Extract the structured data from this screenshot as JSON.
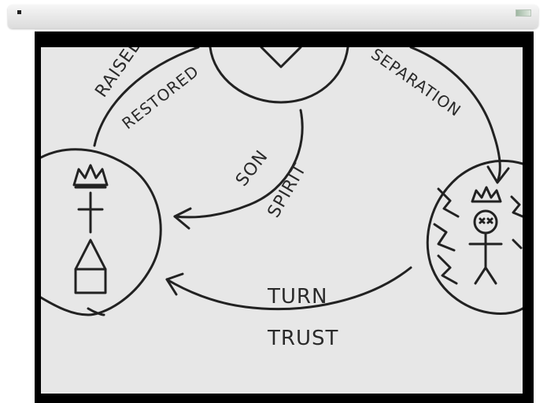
{
  "diagram": {
    "labels": {
      "raised": "RAISED",
      "restored": "RESTORED",
      "separation": "SEPARATION",
      "son": "SON",
      "spirit": "SPIRIT",
      "turn": "TURN",
      "trust": "TRUST"
    }
  },
  "icons": {
    "crown": "crown-icon",
    "cross": "cross-icon",
    "house": "house-icon",
    "stick_figure": "stick-figure-icon",
    "heart": "heart-icon"
  }
}
